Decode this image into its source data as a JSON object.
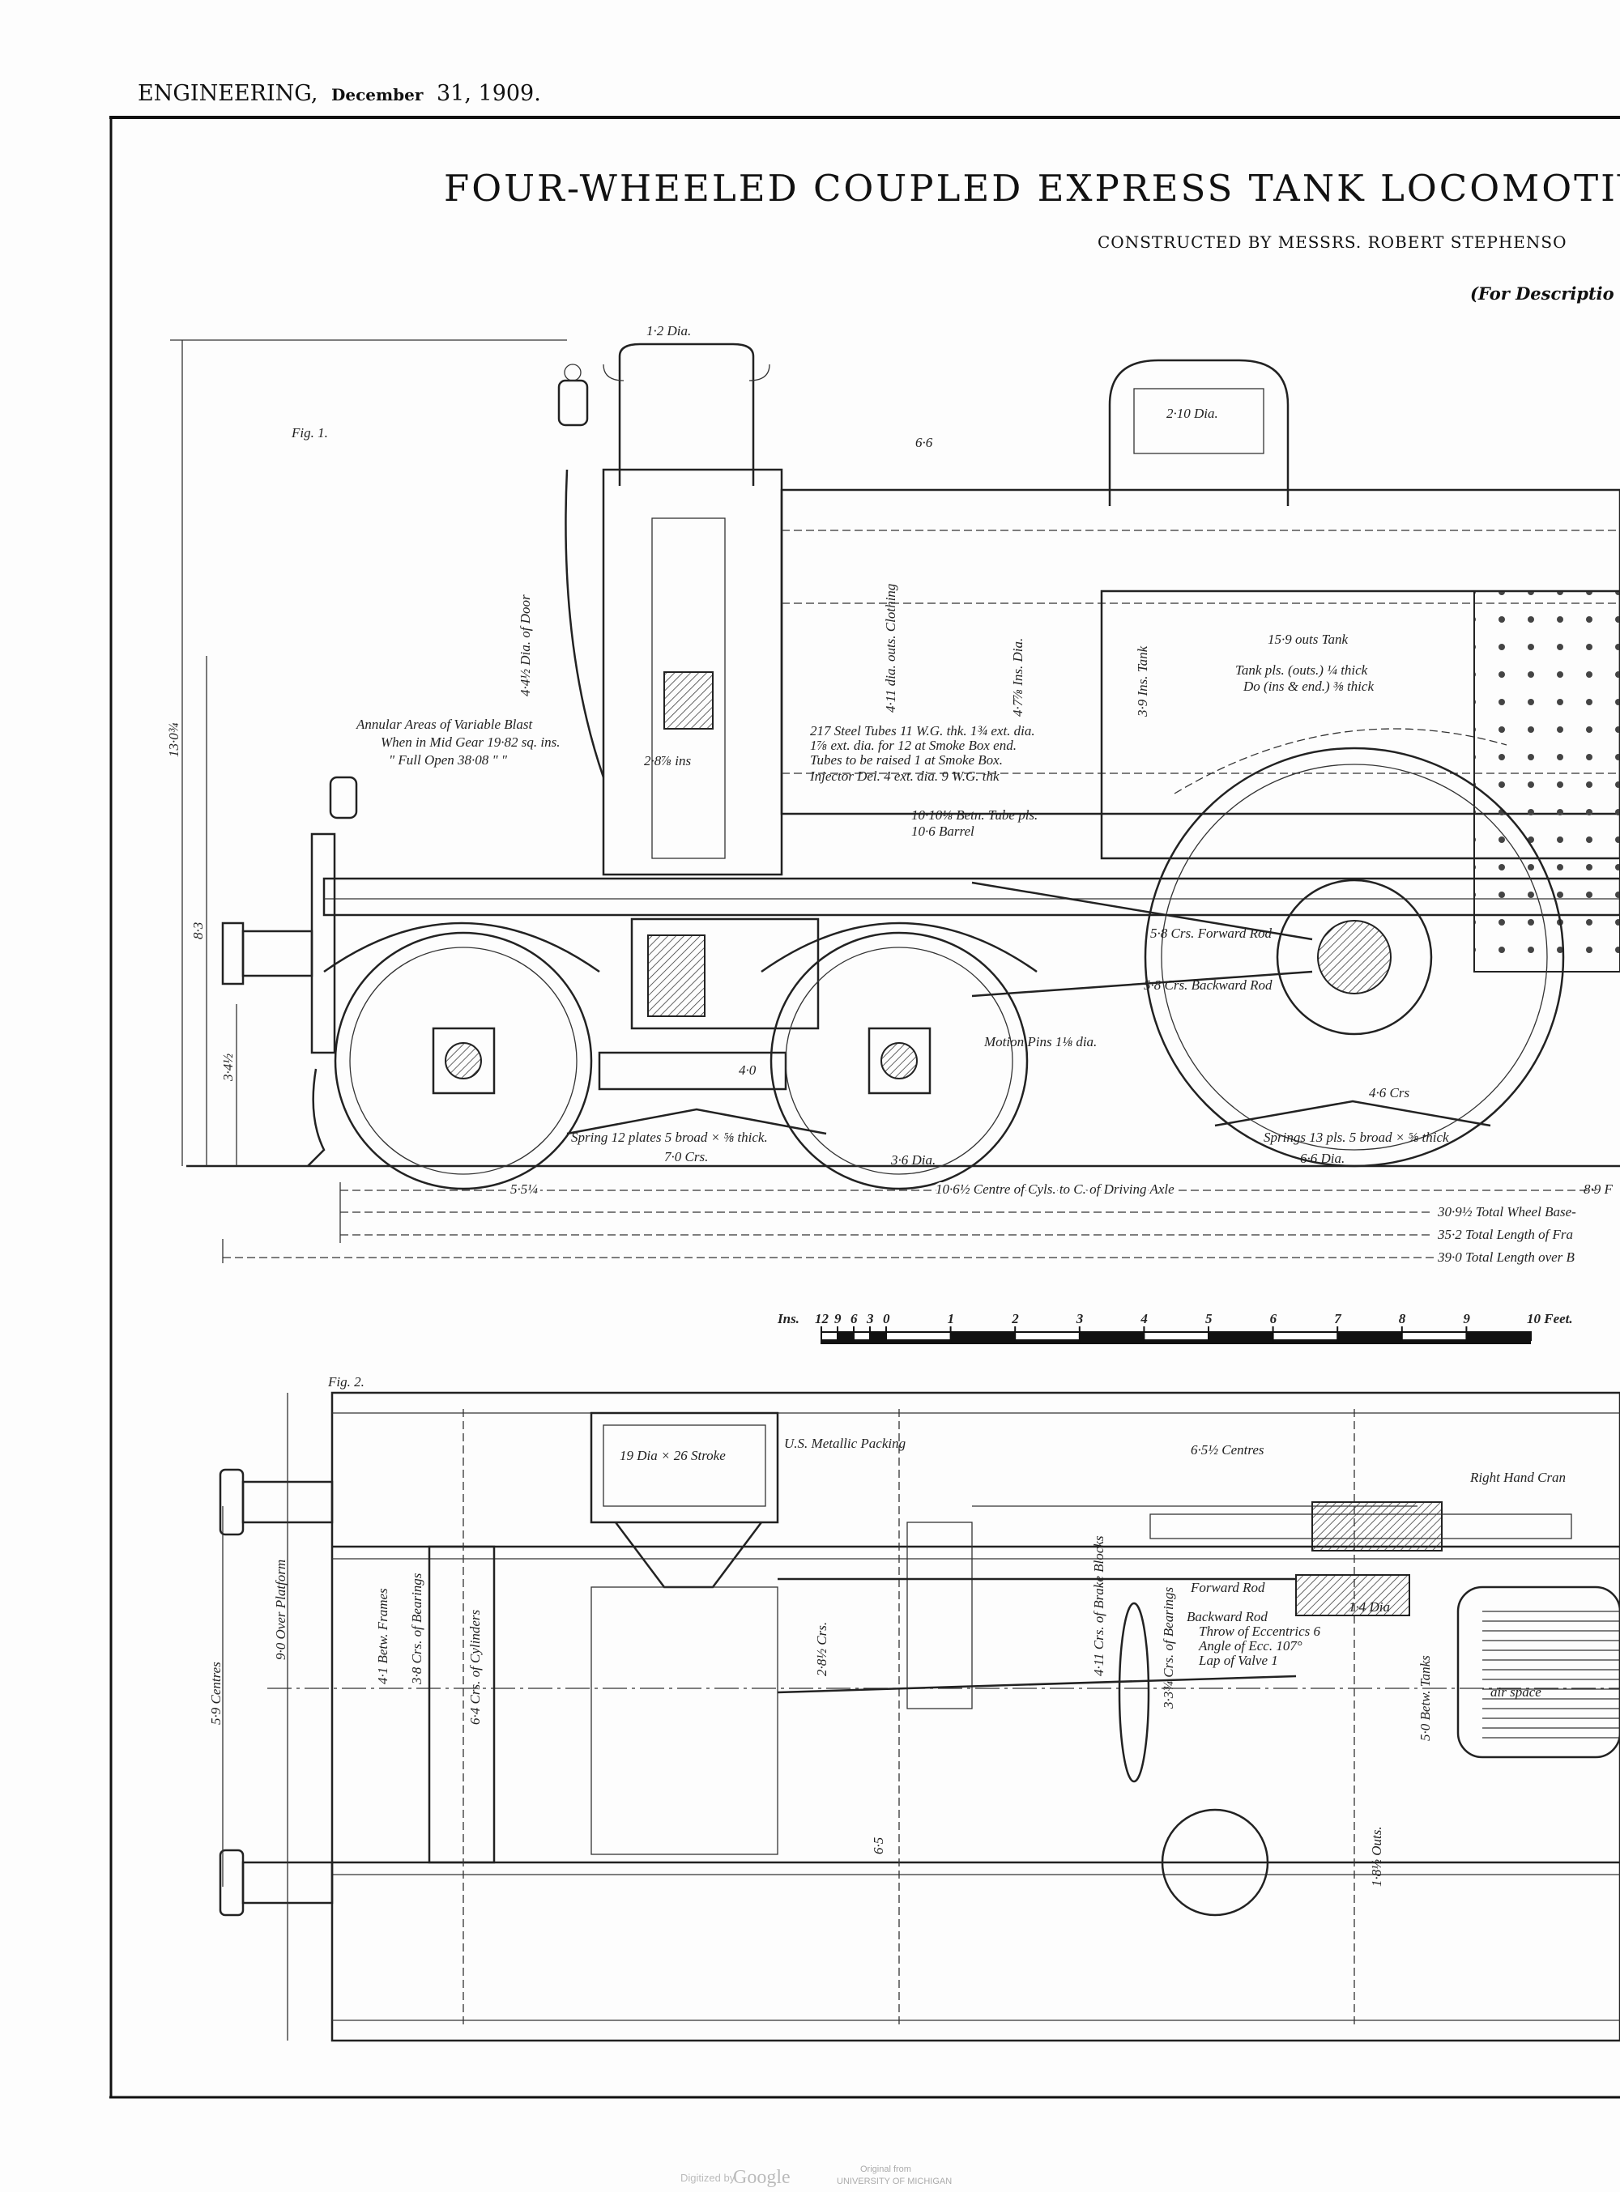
{
  "header": {
    "running_head": "ENGINEERING,",
    "date_month": "December",
    "date_day_year": "31, 1909."
  },
  "title": "FOUR-WHEELED COUPLED EXPRESS TANK LOCOMOTIVE",
  "subtitle": "CONSTRUCTED BY MESSRS. ROBERT STEPHENSO",
  "description_ref": "(For Descriptio",
  "fig1": {
    "label": "Fig. 1.",
    "labels": {
      "chimney_dia": "1·2 Dia.",
      "length_6_6": "6·6",
      "dome_dia": "2·10 Dia.",
      "door_dia": "4·4½ Dia. of Door",
      "height_13": "13·0¾",
      "height_8": "8·3",
      "height_3": "3·4½",
      "blast_1": "Annular Areas of Variable Blast",
      "blast_2": "When in Mid Gear 19·82 sq. ins.",
      "blast_3": "\" Full Open 38·08 \" \"",
      "blast_pipe": "2·8⅞ ins",
      "tubes_1": "217 Steel Tubes 11 W.G. thk. 1¾ ext. dia.",
      "tubes_2": "1⅞ ext. dia. for 12 at Smoke Box end.",
      "tubes_3": "Tubes to be raised 1 at Smoke Box.",
      "injector": "Injector Del. 4 ext. dia. 9 W.G. thk",
      "boiler_dia": "4·7⅞ Ins. Dia.",
      "barrel_dia": "4·11 dia. outs. Clothing",
      "tank_height": "3·9 Ins. Tank",
      "tank_length": "15·9 outs Tank",
      "tank_pls_1": "Tank pls. (outs.) ¼ thick",
      "tank_pls_2": "Do      (ins & end.) ⅜ thick",
      "tube_pls": "10·10⅛ Betn. Tube pls.",
      "barrel": "10·6 Barrel",
      "forward_rod": "5·8 Crs. Forward Rod",
      "backward_rod": "5·8 Crs. Backward Rod",
      "motion_pins": "Motion Pins 1⅛ dia.",
      "dim_4_0": "4·0",
      "spring_front": "Spring 12 plates 5 broad × ⅝ thick.",
      "crs_7_0": "7·0 Crs.",
      "wheel_small": "3·6 Dia.",
      "spring_rear": "Springs 13 pls. 5 broad × ⅝ thick",
      "wheel_driving": "6·6 Dia.",
      "crs_4_6": "4·6 Crs",
      "dim_5_5": "5·5¼",
      "centre_cyls": "10·6½ Centre of Cyls. to C. of Driving Axle",
      "dim_8_9": "8·9 F",
      "wheel_base": "30·9½ Total Wheel Base-",
      "frame_length": "35·2 Total Length of Fra",
      "total_length": "39·0 Total Length over B"
    }
  },
  "scale_bar": {
    "ins_label": "Ins.",
    "inch_ticks": [
      "12",
      "9",
      "6",
      "3",
      "0"
    ],
    "feet_ticks": [
      "1",
      "2",
      "3",
      "4",
      "5",
      "6",
      "7",
      "8",
      "9"
    ],
    "end_label": "10 Feet."
  },
  "fig2": {
    "label": "Fig. 2.",
    "labels": {
      "cylinder": "19 Dia × 26 Stroke",
      "packing": "U.S. Metallic Packing",
      "centres": "6·5½ Centres",
      "crank": "Right Hand Cran",
      "forward_rod": "Forward Rod",
      "backward_rod": "Backward Rod",
      "throw": "Throw of Eccentrics 6",
      "angle": "Angle of Ecc. 107°",
      "lap": "Lap of Valve 1",
      "rod_dia": "1·4 Dia",
      "platform": "9·0 Over Platform",
      "centres_5_9": "5·9 Centres",
      "frames": "4·1 Betw. Frames",
      "bearings_front": "3·8 Crs. of Bearings",
      "cylinders": "6·4 Crs. of Cylinders",
      "crs_2_8": "2·8½ Crs.",
      "brake_blocks": "4·11 Crs. of Brake Blocks",
      "bearings_rear": "3·3¾ Crs. of Bearings",
      "tanks": "5·0 Betw. Tanks",
      "outs": "1·8½ Outs.",
      "dim_6_5": "6·5",
      "air_space": "air space"
    }
  },
  "footer": {
    "digitized": "Digitized by",
    "google": "Google",
    "original_from": "Original from",
    "institution": "UNIVERSITY OF MICHIGAN"
  }
}
